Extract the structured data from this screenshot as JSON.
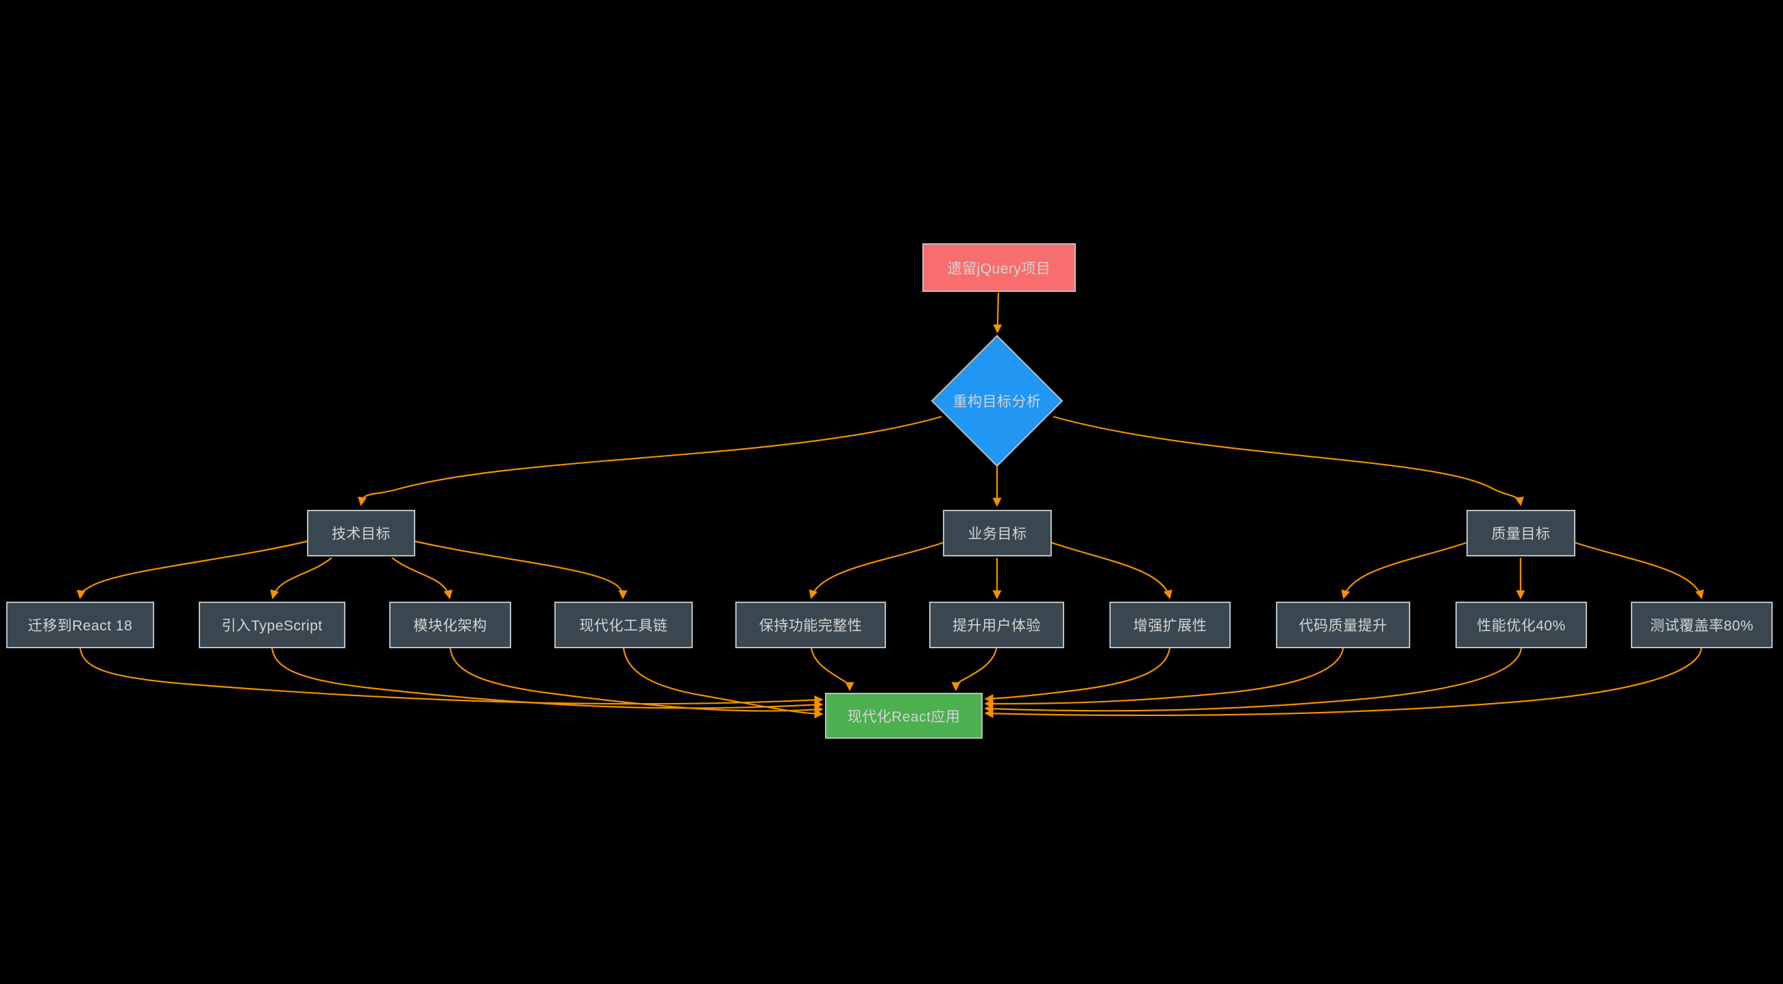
{
  "diagram": {
    "type": "flowchart",
    "direction": "top-down",
    "background": "#000000",
    "edge_color": "#f59000",
    "node_border_color": "#b9c0c3",
    "node_text_color": "#d4d4d4"
  },
  "nodes": {
    "legacy": {
      "label": "遗留jQuery项目",
      "shape": "rect",
      "fill": "#f86e6e"
    },
    "analysis": {
      "label": "重构目标分析",
      "shape": "diamond",
      "fill": "#2196f3"
    },
    "tech": {
      "label": "技术目标",
      "shape": "rect",
      "fill": "#3a4750"
    },
    "biz": {
      "label": "业务目标",
      "shape": "rect",
      "fill": "#3a4750"
    },
    "quality": {
      "label": "质量目标",
      "shape": "rect",
      "fill": "#3a4750"
    },
    "react18": {
      "label": "迁移到React 18",
      "shape": "rect",
      "fill": "#3a4750"
    },
    "typescript": {
      "label": "引入TypeScript",
      "shape": "rect",
      "fill": "#3a4750"
    },
    "modular": {
      "label": "模块化架构",
      "shape": "rect",
      "fill": "#3a4750"
    },
    "toolchain": {
      "label": "现代化工具链",
      "shape": "rect",
      "fill": "#3a4750"
    },
    "integrity": {
      "label": "保持功能完整性",
      "shape": "rect",
      "fill": "#3a4750"
    },
    "ux": {
      "label": "提升用户体验",
      "shape": "rect",
      "fill": "#3a4750"
    },
    "extensibility": {
      "label": "增强扩展性",
      "shape": "rect",
      "fill": "#3a4750"
    },
    "codequality": {
      "label": "代码质量提升",
      "shape": "rect",
      "fill": "#3a4750"
    },
    "performance": {
      "label": "性能优化40%",
      "shape": "rect",
      "fill": "#3a4750"
    },
    "coverage": {
      "label": "测试覆盖率80%",
      "shape": "rect",
      "fill": "#3a4750"
    },
    "modern": {
      "label": "现代化React应用",
      "shape": "rect",
      "fill": "#4caf50"
    }
  },
  "edges": [
    {
      "from": "legacy",
      "to": "analysis"
    },
    {
      "from": "analysis",
      "to": "tech"
    },
    {
      "from": "analysis",
      "to": "biz"
    },
    {
      "from": "analysis",
      "to": "quality"
    },
    {
      "from": "tech",
      "to": "react18"
    },
    {
      "from": "tech",
      "to": "typescript"
    },
    {
      "from": "tech",
      "to": "modular"
    },
    {
      "from": "tech",
      "to": "toolchain"
    },
    {
      "from": "biz",
      "to": "integrity"
    },
    {
      "from": "biz",
      "to": "ux"
    },
    {
      "from": "biz",
      "to": "extensibility"
    },
    {
      "from": "quality",
      "to": "codequality"
    },
    {
      "from": "quality",
      "to": "performance"
    },
    {
      "from": "quality",
      "to": "coverage"
    },
    {
      "from": "react18",
      "to": "modern"
    },
    {
      "from": "typescript",
      "to": "modern"
    },
    {
      "from": "modular",
      "to": "modern"
    },
    {
      "from": "toolchain",
      "to": "modern"
    },
    {
      "from": "integrity",
      "to": "modern"
    },
    {
      "from": "ux",
      "to": "modern"
    },
    {
      "from": "extensibility",
      "to": "modern"
    },
    {
      "from": "codequality",
      "to": "modern"
    },
    {
      "from": "performance",
      "to": "modern"
    },
    {
      "from": "coverage",
      "to": "modern"
    }
  ]
}
